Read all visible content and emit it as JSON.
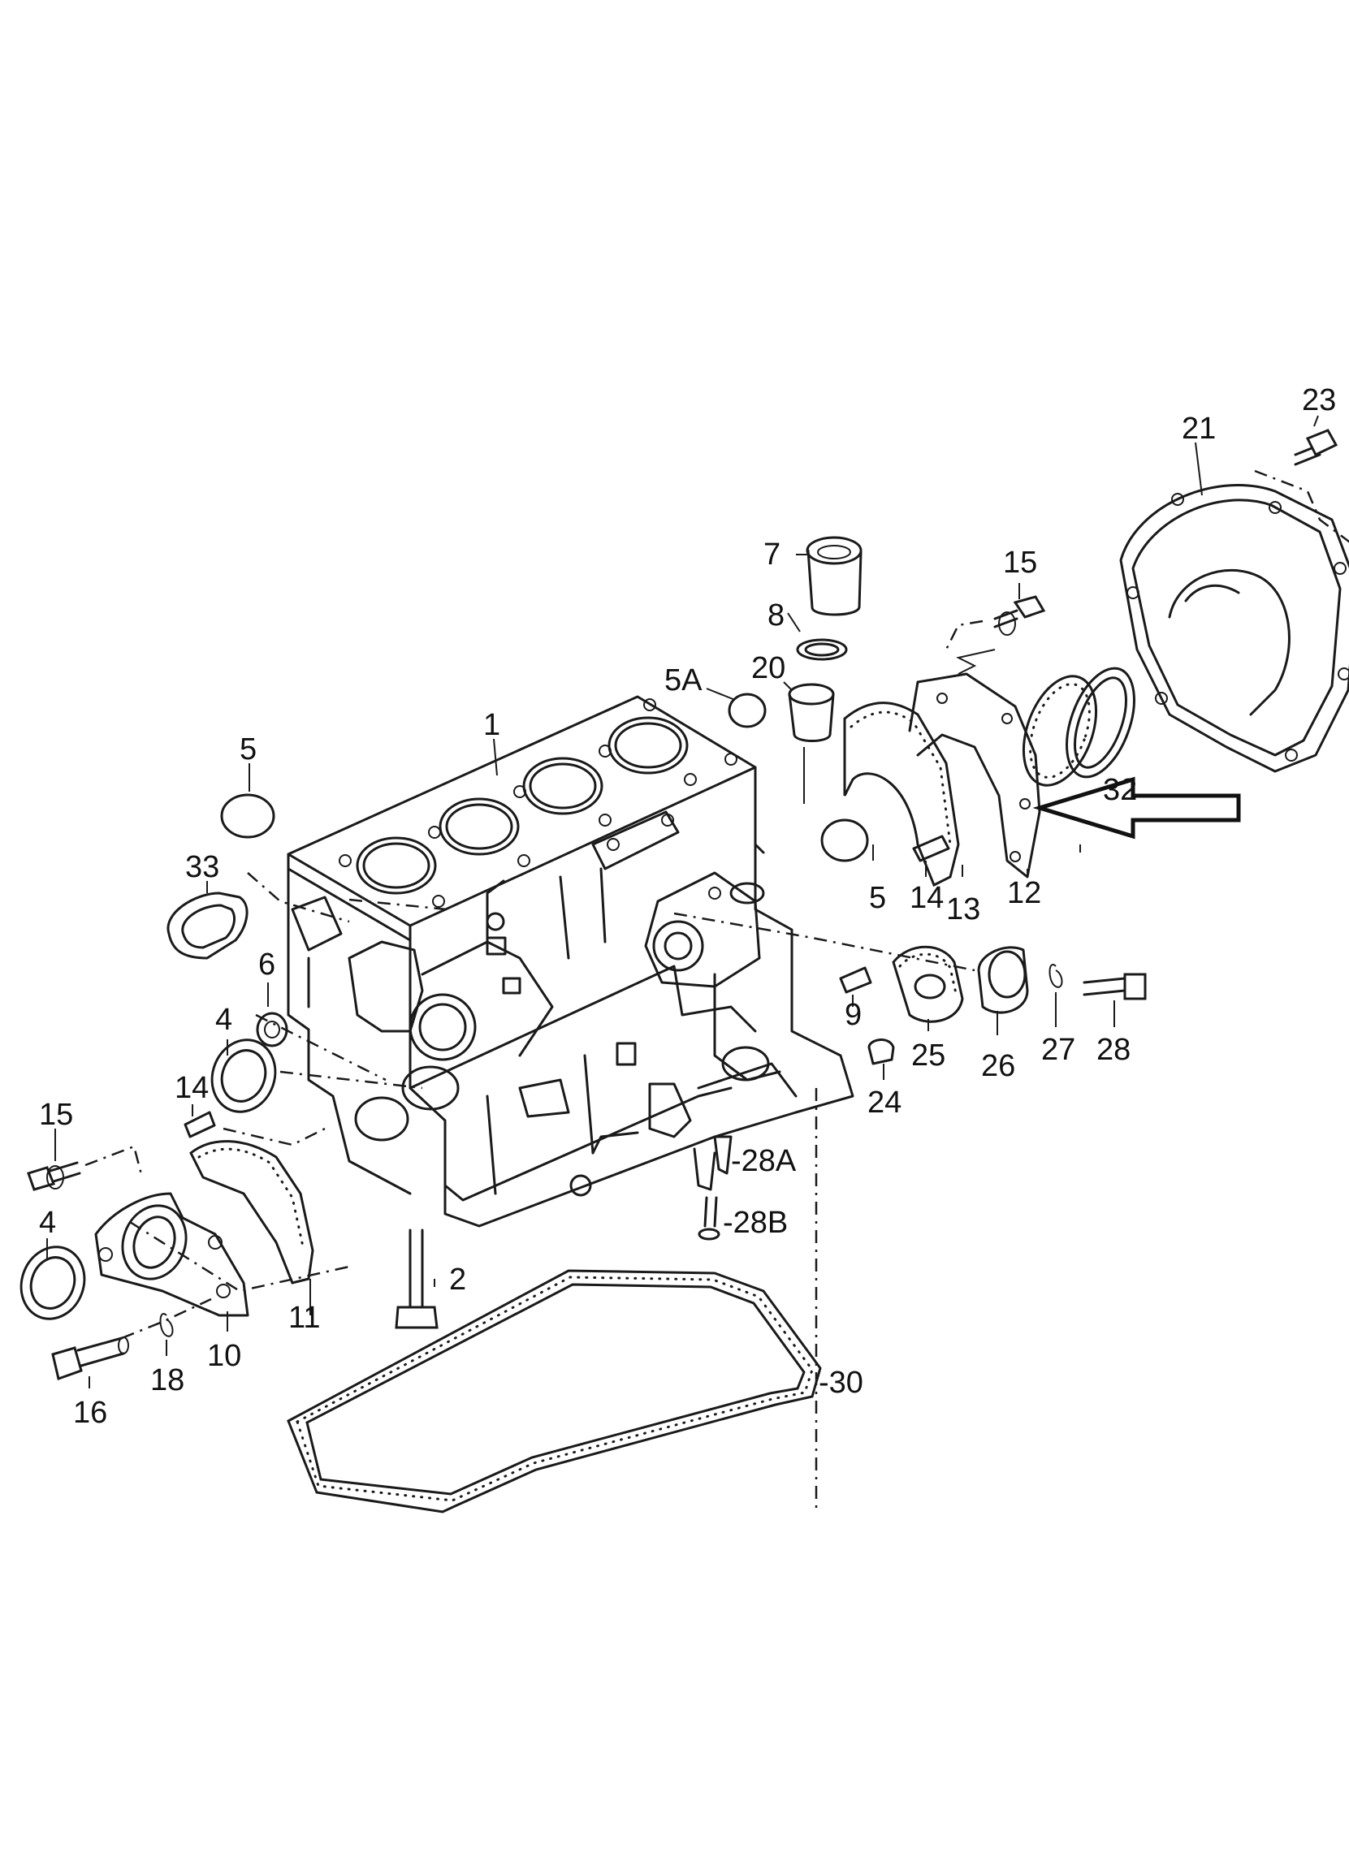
{
  "labels": {
    "p1": "1",
    "p2": "2",
    "p4a": "4",
    "p4b": "4",
    "p5a": "5",
    "p5b": "5",
    "p5A": "5A",
    "p6": "6",
    "p7": "7",
    "p8": "8",
    "p9": "9",
    "p10": "10",
    "p11": "11",
    "p12": "12",
    "p13": "13",
    "p14a": "14",
    "p14b": "14",
    "p15a": "15",
    "p15b": "15",
    "p16": "16",
    "p18": "18",
    "p20": "20",
    "p21": "21",
    "p23": "23",
    "p24": "24",
    "p25": "25",
    "p26": "26",
    "p27": "27",
    "p28": "28",
    "p28A": "-28A",
    "p28B": "-28B",
    "p30": "-30",
    "p32": "32",
    "p33": "33"
  },
  "colors": {
    "ink": "#1a1a1a",
    "paper": "#ffffff"
  }
}
